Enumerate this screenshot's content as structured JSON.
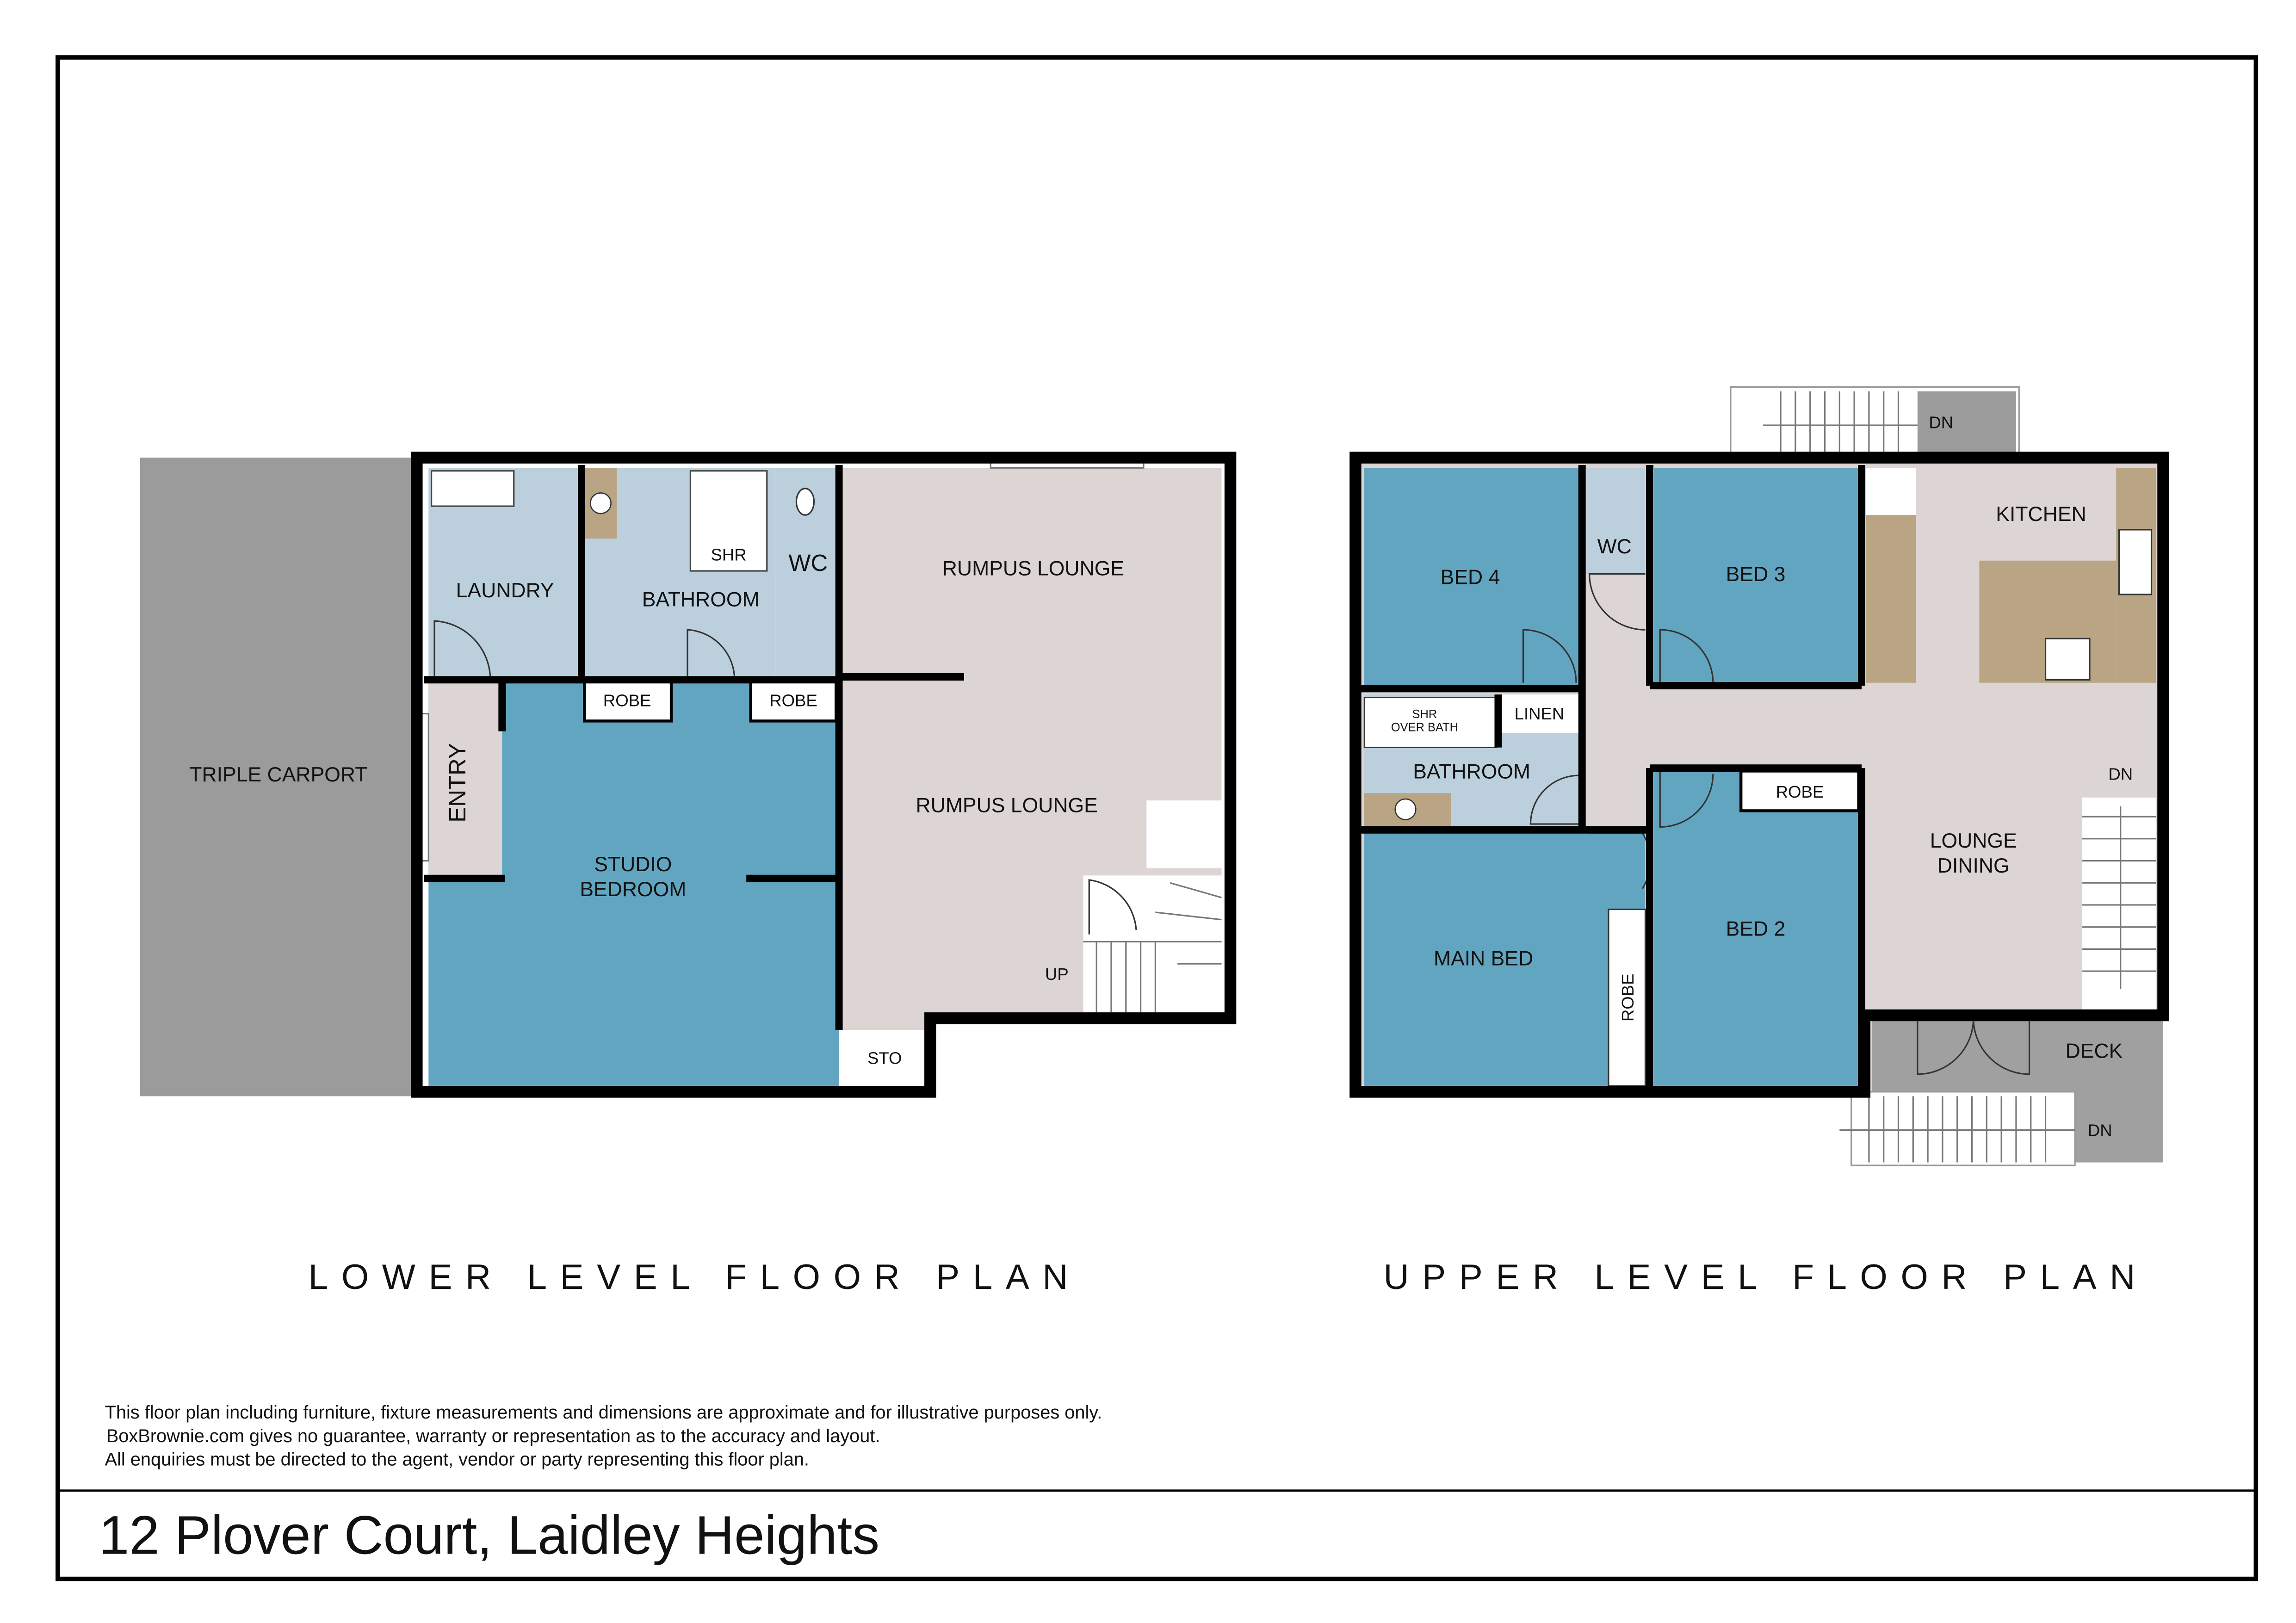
{
  "lower": {
    "title": "LOWER LEVEL FLOOR PLAN",
    "rooms": {
      "carport": "TRIPLE CARPORT",
      "laundry": "LAUNDRY",
      "bathroom": "BATHROOM",
      "shower": "SHR",
      "wc": "WC",
      "rumpus_top": "RUMPUS LOUNGE",
      "rumpus_mid": "RUMPUS LOUNGE",
      "entry": "ENTRY",
      "robe1": "ROBE",
      "robe2": "ROBE",
      "studio_1": "STUDIO",
      "studio_2": "BEDROOM",
      "sto": "STO",
      "up": "UP"
    }
  },
  "upper": {
    "title": "UPPER LEVEL FLOOR PLAN",
    "rooms": {
      "bed4": "BED 4",
      "wc": "WC",
      "bed3": "BED 3",
      "kitchen": "KITCHEN",
      "shr1": "SHR",
      "shr2": "OVER BATH",
      "linen": "LINEN",
      "bathroom": "BATHROOM",
      "robe_bed2": "ROBE",
      "lounge_1": "LOUNGE",
      "lounge_2": "DINING",
      "main_bed": "MAIN BED",
      "robe_main": "ROBE",
      "bed2": "BED 2",
      "deck": "DECK",
      "dn_top": "DN",
      "dn_lounge": "DN",
      "dn_deck": "DN"
    }
  },
  "disclaimer": [
    "This floor plan including furniture, fixture measurements and dimensions are approximate and for illustrative purposes only.",
    "BoxBrownie.com gives no guarantee, warranty or representation as to the accuracy and layout.",
    "All enquiries must be directed to the agent, vendor or party representing this floor plan."
  ],
  "address": "12 Plover Court, Laidley Heights",
  "colors": {
    "bedroom": "#62a5c0",
    "wet": "#bccfdd",
    "living": "#ddd5d3",
    "carport": "#9b9b9b",
    "counter": "#b9a583"
  }
}
